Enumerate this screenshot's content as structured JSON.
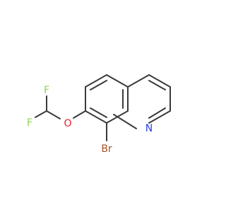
{
  "molecule": {
    "atoms": [
      {
        "id": "F1",
        "label": "F",
        "color": "#8fd14f"
      },
      {
        "id": "F2",
        "label": "F",
        "color": "#8fd14f"
      },
      {
        "id": "O",
        "label": "O",
        "color": "#e8202a"
      },
      {
        "id": "N",
        "label": "N",
        "color": "#2a3de8"
      },
      {
        "id": "Br",
        "label": "Br",
        "color": "#a0522d"
      }
    ],
    "bond_color": "#3a3a3a"
  }
}
